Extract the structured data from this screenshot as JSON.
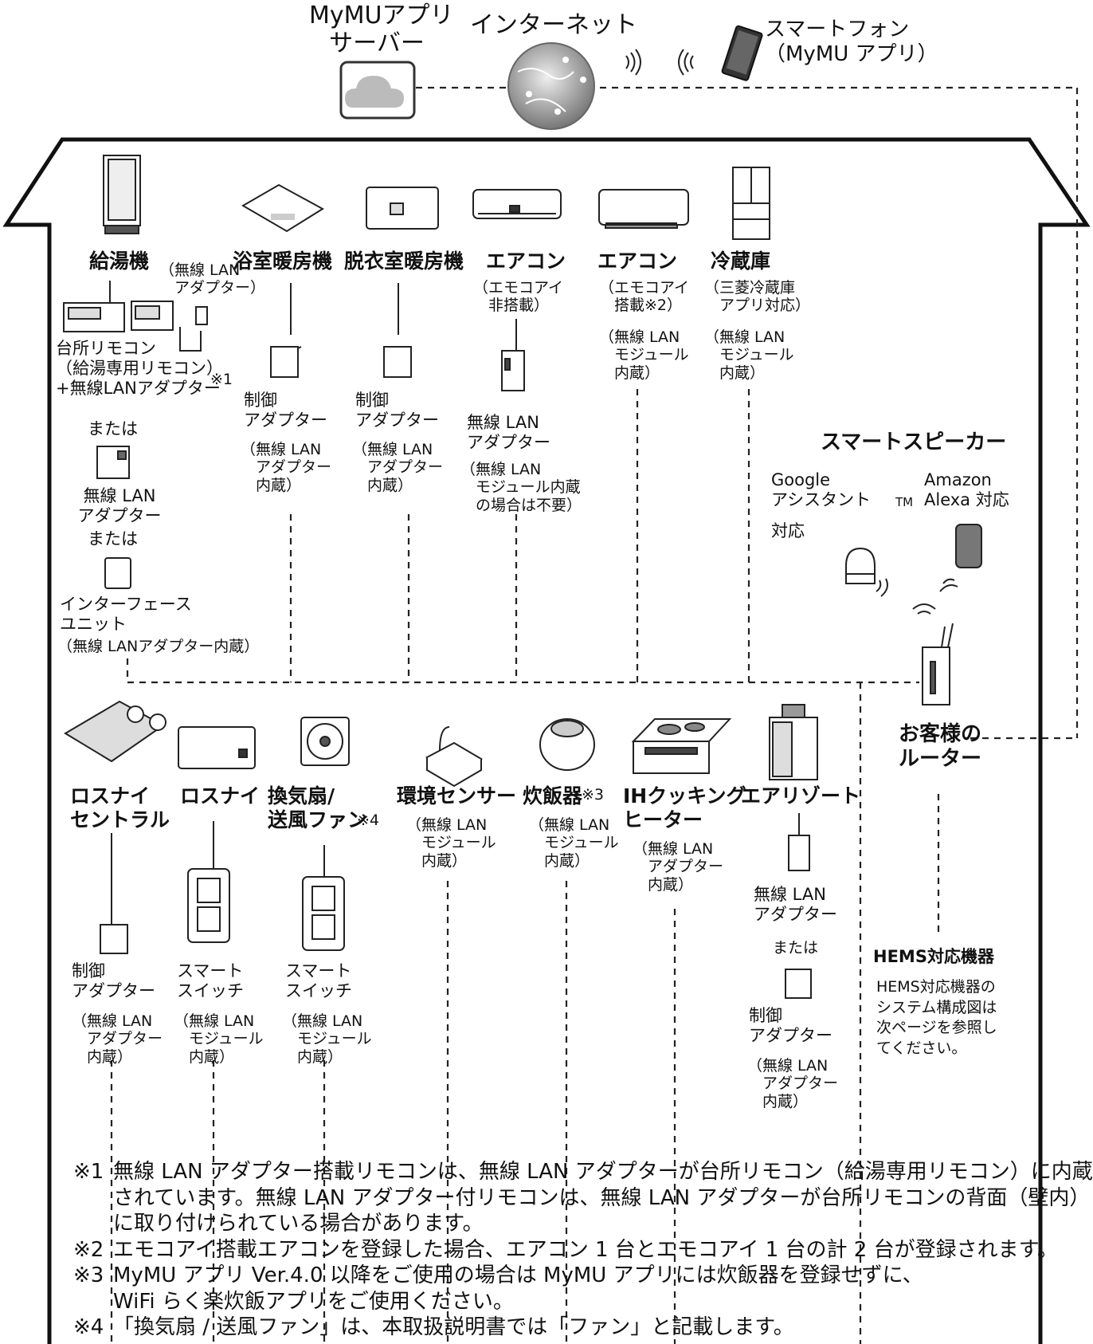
{
  "top": {
    "server_label": "MyMUアプリ\nサーバー",
    "internet_label": "インターネット",
    "smartphone_label": "スマートフォン\n（MyMU アプリ）"
  },
  "upper": {
    "water_heater": {
      "title": "給湯機",
      "lan_adapter_note": "（無線 LAN\n　アダプター）",
      "remote_label": "台所リモコン\n（給湯専用リモコン）\n+無線LANアダプター",
      "remote_note_ref": "※1",
      "or1": "または",
      "lan_adapter": "無線 LAN\nアダプター",
      "or2": "または",
      "interface_unit": "インターフェース\nユニット",
      "interface_note": "（無線 LANアダプター内蔵）"
    },
    "bath_heater": {
      "title": "浴室暖房機",
      "adapter": "制御\nアダプター",
      "note": "（無線 LAN\n　アダプター\n　内蔵）"
    },
    "dressing_heater": {
      "title": "脱衣室暖房機",
      "adapter": "制御\nアダプター",
      "note": "（無線 LAN\n　アダプター\n　内蔵）"
    },
    "aircon1": {
      "title": "エアコン",
      "sub": "（エモコアイ\n　非搭載）",
      "adapter": "無線 LAN\nアダプター",
      "note": "（無線 LAN\n　モジュール内蔵\n　の場合は不要）"
    },
    "aircon2": {
      "title": "エアコン",
      "sub": "（エモコアイ\n　搭載※2）",
      "note": "（無線 LAN\n　モジュール\n　内蔵）"
    },
    "fridge": {
      "title": "冷蔵庫",
      "sub": "（三菱冷蔵庫\n　アプリ対応）",
      "note": "（無線 LAN\n　モジュール\n　内蔵）"
    }
  },
  "speakers": {
    "title": "スマートスピーカー",
    "google": "Google\nアシスタント",
    "google_tm": "TM",
    "google_sub": "対応",
    "amazon": "Amazon\nAlexa 対応"
  },
  "router": {
    "label": "お客様の\nルーター"
  },
  "lower": {
    "lossnay_central": {
      "title": "ロスナイ\nセントラル",
      "adapter": "制御\nアダプター",
      "note": "（無線 LAN\n　アダプター\n　内蔵）"
    },
    "lossnay": {
      "title": "ロスナイ",
      "switch": "スマート\nスイッチ",
      "note": "（無線 LAN\n　モジュール\n　内蔵）"
    },
    "fan": {
      "title": "換気扇/\n送風ファン",
      "ref": "※4",
      "switch": "スマート\nスイッチ",
      "note": "（無線 LAN\n　モジュール\n　内蔵）"
    },
    "env_sensor": {
      "title": "環境センサー",
      "note": "（無線 LAN\n　モジュール\n　内蔵）"
    },
    "rice_cooker": {
      "title": "炊飯器",
      "ref": "※3",
      "note": "（無線 LAN\n　モジュール\n　内蔵）"
    },
    "ih": {
      "title": "IHクッキング\nヒーター",
      "note": "（無線 LAN\n　アダプター\n　内蔵）"
    },
    "air_resort": {
      "title": "エアリゾート",
      "adapter": "無線 LAN\nアダプター",
      "or": "または",
      "adapter2": "制御\nアダプター",
      "note": "（無線 LAN\n　アダプター\n　内蔵）"
    },
    "hems": {
      "title": "HEMS対応機器",
      "desc": "HEMS対応機器の\nシステム構成図は\n次ページを参照し\nてください。"
    }
  },
  "footnotes": [
    {
      "mark": "※1",
      "text": "無線 LAN アダプター搭載リモコンは、無線 LAN アダプターが台所リモコン（給湯専用リモコン）に内蔵\nされています。無線 LAN アダプター付リモコンは、無線 LAN アダプターが台所リモコンの背面（壁内）\nに取り付けられている場合があります。"
    },
    {
      "mark": "※2",
      "text": "エモコアイ搭載エアコンを登録した場合、エアコン 1 台とエモコアイ 1 台の計 2 台が登録されます。"
    },
    {
      "mark": "※3",
      "text": "MyMU アプリ Ver.4.0 以降をご使用の場合は MyMU アプリには炊飯器を登録せずに、\nWiFi らく楽炊飯アプリをご使用ください。"
    },
    {
      "mark": "※4",
      "text": "「換気扇 / 送風ファン」は、本取扱説明書では「ファン」と記載します。"
    }
  ]
}
